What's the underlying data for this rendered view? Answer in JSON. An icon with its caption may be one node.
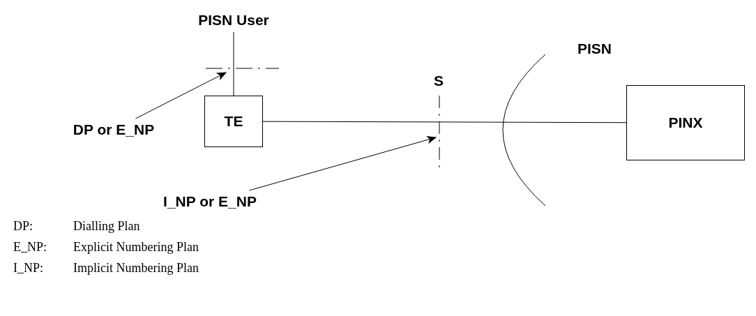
{
  "diagram": {
    "nodes": [
      {
        "text": [
          "PISN User"
        ]
      },
      {
        "text": [
          "TE"
        ]
      },
      {
        "text": [
          "PINX"
        ]
      },
      {
        "text": [
          "DP or E_NP"
        ]
      },
      {
        "text": [
          "I_NP or E_NP"
        ]
      }
    ],
    "edges": [
      {
        "from": 0,
        "to": 1,
        "arrow": "none"
      },
      {
        "from": 1,
        "to": 2,
        "arrow": "none"
      },
      {
        "from": 3,
        "to": null,
        "arrow": "to"
      },
      {
        "from": 4,
        "to": null,
        "arrow": "to"
      }
    ],
    "labels": [
      "PISN",
      "S",
      "DP:",
      "Dialling Plan",
      "E_NP:",
      "Explicit Numbering Plan",
      "I_NP:",
      "Implicit Numbering Plan"
    ]
  }
}
